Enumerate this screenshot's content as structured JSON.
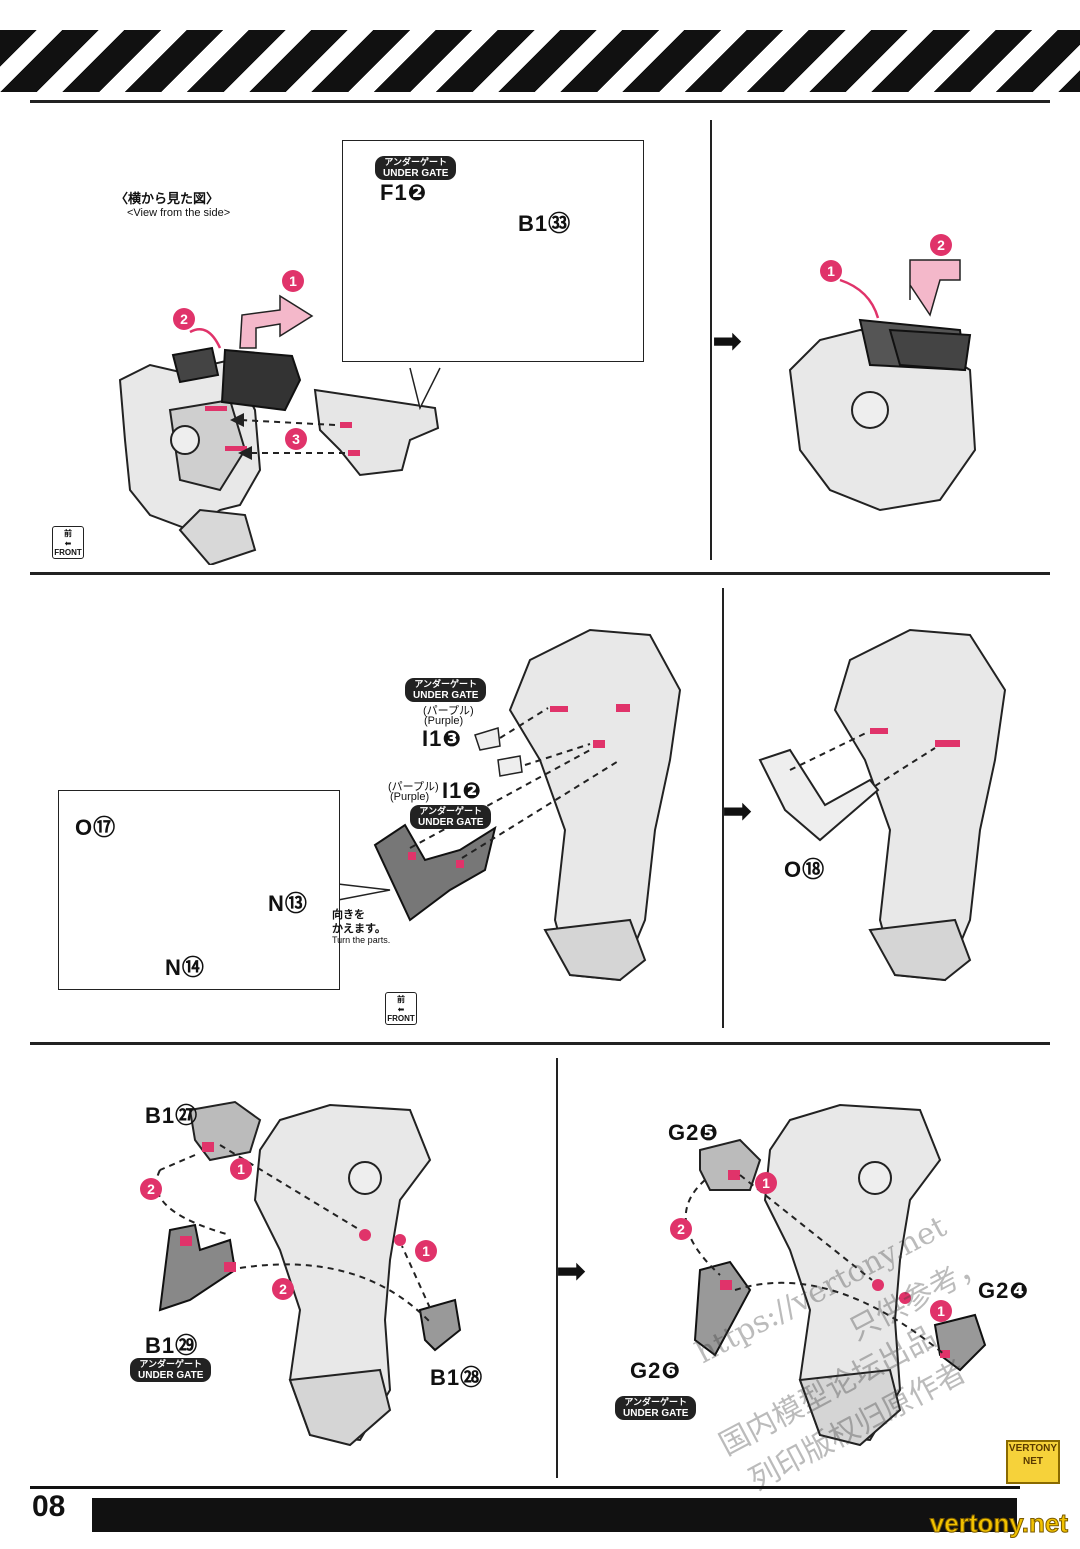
{
  "header": {
    "stripe": "hazard-stripe"
  },
  "step1": {
    "side_view_jp": "〈横から見た図〉",
    "side_view_en": "<View from the side>",
    "callout": {
      "gate_jp": "アンダーゲート",
      "gate_en": "UNDER GATE",
      "part_a": "F1❷",
      "part_b": "B1㉝"
    },
    "steps": [
      "1",
      "2",
      "3"
    ],
    "front_jp": "前",
    "front_en": "FRONT"
  },
  "step1_result": {
    "steps": [
      "1",
      "2"
    ]
  },
  "step2": {
    "gate1_jp": "アンダーゲート",
    "gate1_en": "UNDER GATE",
    "purple1_jp": "(パープル)",
    "purple1_en": "(Purple)",
    "part_i13": "I1❸",
    "purple2_jp": "(パープル)",
    "purple2_en": "(Purple)",
    "part_i12": "I1❷",
    "gate2_jp": "アンダーゲート",
    "gate2_en": "UNDER GATE",
    "callout": {
      "part_o17": "O⑰",
      "part_n13": "N⑬",
      "part_n14": "N⑭",
      "turn_jp1": "向きを",
      "turn_jp2": "かえます。",
      "turn_en": "Turn the parts."
    },
    "front_jp": "前",
    "front_en": "FRONT"
  },
  "step2_result": {
    "part_o18": "O⑱"
  },
  "step3": {
    "part_b127": "B1㉗",
    "part_b129": "B1㉙",
    "part_b128": "B1㉘",
    "gate_jp": "アンダーゲート",
    "gate_en": "UNDER GATE",
    "steps": [
      "1",
      "2",
      "1",
      "2"
    ]
  },
  "step4": {
    "part_g25": "G2❺",
    "part_g24": "G2❹",
    "part_g26": "G2❻",
    "gate_jp": "アンダーゲート",
    "gate_en": "UNDER GATE",
    "steps": [
      "1",
      "2",
      "1"
    ]
  },
  "watermark": {
    "line1": "https://vertony.net",
    "line2": "只供参考，",
    "line3": "国内模型论坛出品",
    "line4": "列印版权归原作者"
  },
  "footer": {
    "page_number": "08",
    "logo_top": "VERTONY",
    "logo_bottom": "NET",
    "brand": "vertony.net"
  },
  "colors": {
    "accent": "#e0336a",
    "ink": "#111111",
    "part_fill": "#d9d9d9"
  }
}
